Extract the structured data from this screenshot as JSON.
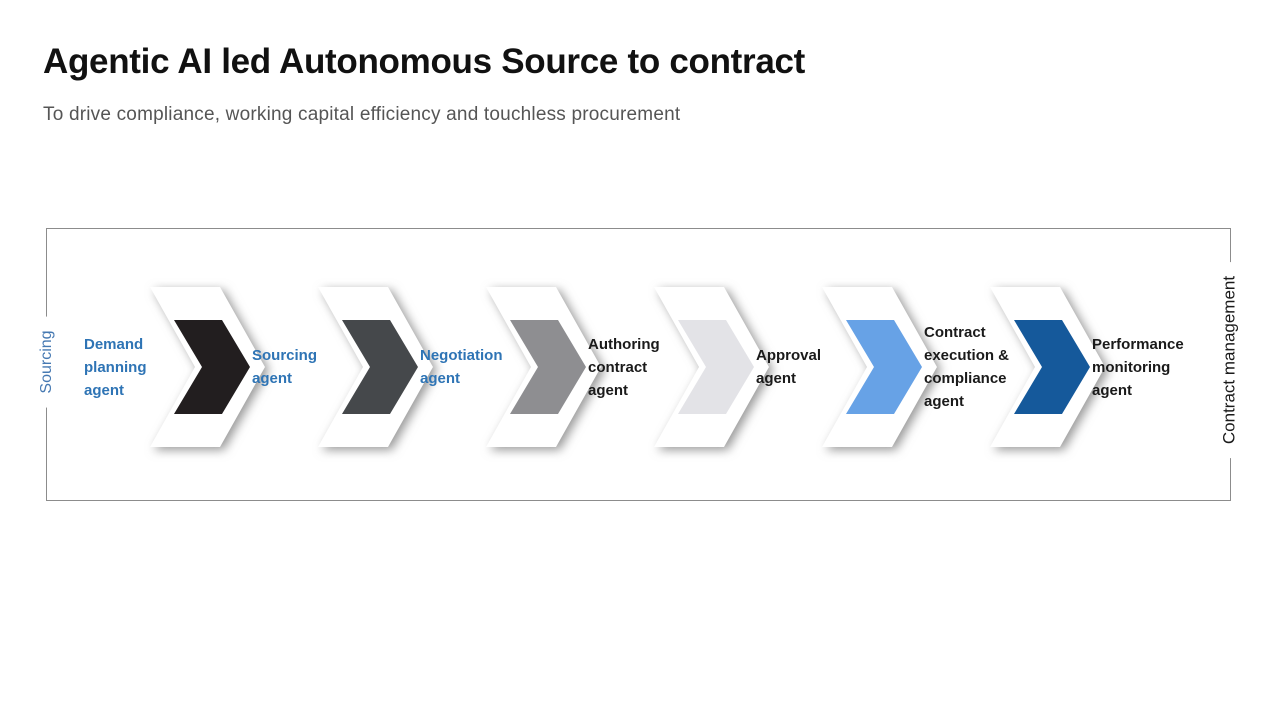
{
  "slide": {
    "title": "Agentic AI led Autonomous Source to contract",
    "subtitle": "To drive compliance, working capital efficiency and touchless procurement"
  },
  "diagram": {
    "left_phase_label": "Sourcing",
    "right_phase_label": "Contract management",
    "colors": {
      "blue_step_text": "#2E74B5",
      "dark_step_text": "#1A1A1A",
      "frame_border": "#8C8C8C",
      "left_phase_text": "#4679B2",
      "right_phase_text": "#1A1A1A"
    },
    "steps": [
      {
        "label": "Demand planning agent",
        "label_color": "#2E74B5",
        "chevron_color": "#221E1F"
      },
      {
        "label": "Sourcing agent",
        "label_color": "#2E74B5",
        "chevron_color": "#45484B"
      },
      {
        "label": "Negotiation agent",
        "label_color": "#2E74B5",
        "chevron_color": "#8E8E91"
      },
      {
        "label": "Authoring contract agent",
        "label_color": "#1A1A1A",
        "chevron_color": "#E3E3E7"
      },
      {
        "label": "Approval agent",
        "label_color": "#1A1A1A",
        "chevron_color": "#67A2E6"
      },
      {
        "label": "Contract execution & compliance agent",
        "label_color": "#1A1A1A",
        "chevron_color": "#15599B"
      },
      {
        "label": "Performance monitoring agent",
        "label_color": "#1A1A1A",
        "chevron_color": null
      }
    ]
  }
}
